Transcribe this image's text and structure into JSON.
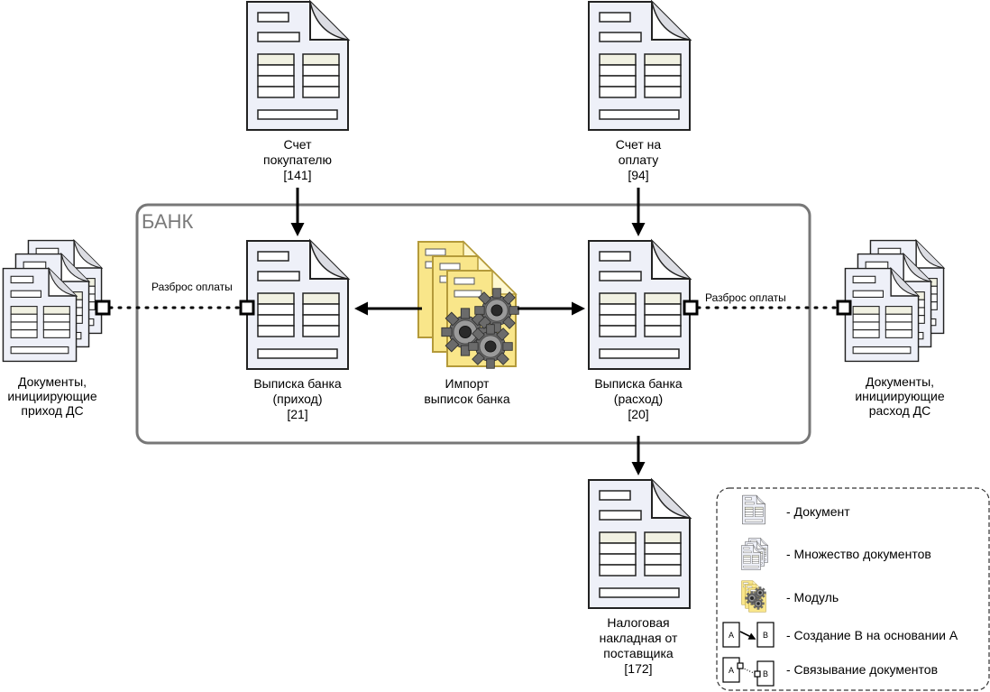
{
  "nodes": {
    "invoice_to_buyer": {
      "line1": "Счет",
      "line2": "покупателю",
      "line3": "[141]"
    },
    "invoice_for_payment": {
      "line1": "Счет на",
      "line2": "оплату",
      "line3": "[94]"
    },
    "bank_statement_in": {
      "line1": "Выписка банка",
      "line2": "(приход)",
      "line3": "[21]"
    },
    "bank_statement_out": {
      "line1": "Выписка банка",
      "line2": "(расход)",
      "line3": "[20]"
    },
    "import_module": {
      "line1": "Импорт",
      "line2": "выписок банка"
    },
    "docs_income": {
      "line1": "Документы,",
      "line2": "инициирующие",
      "line3": "приход ДС"
    },
    "docs_expense": {
      "line1": "Документы,",
      "line2": "инициирующие",
      "line3": "расход ДС"
    },
    "tax_invoice": {
      "line1": "Налоговая",
      "line2": "накладная от",
      "line3": "поставщика",
      "line4": "[172]"
    }
  },
  "bank_group": {
    "title": "БАНК"
  },
  "links": {
    "left_label": "Разброс оплаты",
    "right_label": "Разброс оплаты"
  },
  "legend": {
    "document": "- Документ",
    "many_documents": "- Множество документов",
    "module": "- Модуль",
    "create_based_on": "- Создание В на основании А",
    "linking": "- Связывание документов",
    "glyph_a": "A",
    "glyph_b": "B"
  },
  "colors": {
    "doc_fill": "#eef0f8",
    "doc_stroke": "#222222",
    "table_header": "#f1f1e2",
    "module_fill": "#f9e68a",
    "module_stroke": "#b49a3a",
    "gear": "#6a6a6a",
    "bank_border": "#777777"
  }
}
